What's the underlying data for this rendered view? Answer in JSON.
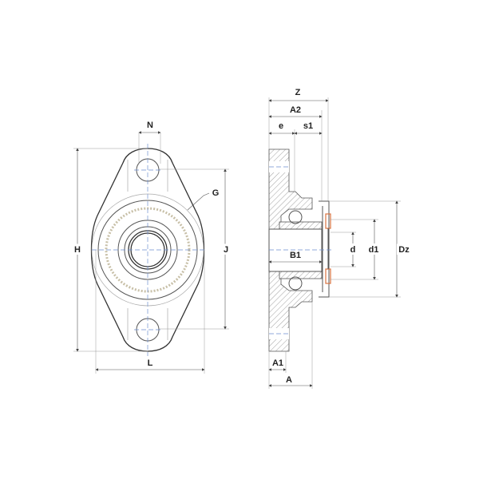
{
  "drawing": {
    "front_view": {
      "labels": {
        "N": "N",
        "H": "H",
        "J": "J",
        "L": "L",
        "G": "G"
      }
    },
    "side_view": {
      "labels": {
        "Z": "Z",
        "A2": "A2",
        "e": "e",
        "s1": "s1",
        "B1": "B1",
        "d": "d",
        "d1": "d1",
        "Dz": "Dz",
        "A1": "A1",
        "A": "A"
      }
    },
    "colors": {
      "seal": "#d9733f",
      "centerline": "#6f8fd0",
      "outline": "#555555"
    }
  }
}
